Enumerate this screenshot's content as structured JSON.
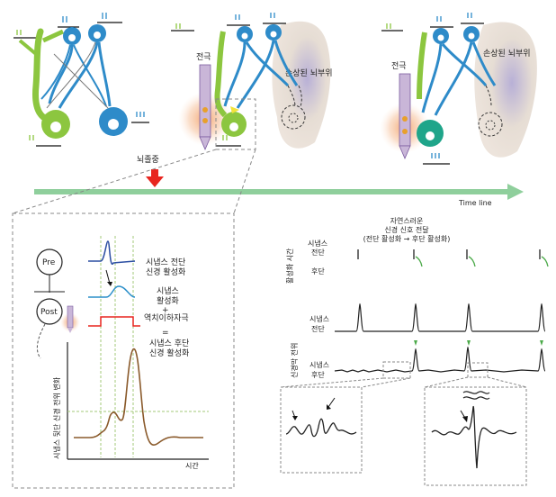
{
  "top": {
    "electrode_label": "전극",
    "damaged_area_label": "손상된 뇌부위",
    "stroke_label": "뇌졸중",
    "timeline_label": "Time line"
  },
  "left_panel": {
    "pre_label": "Pre",
    "post_label": "Post",
    "presyn_activation": [
      "시냅스 전단",
      "신경 활성화"
    ],
    "synapse_activation": [
      "시냅스",
      "활성화",
      "+"
    ],
    "antidromic_stim": "역치이하자극",
    "equals": "=",
    "postsyn_activation": [
      "시냅스 후단",
      "신경 활성화"
    ],
    "y_axis_label": "시냅스 뒷단 신경 전위 변화",
    "x_axis_label": "시간"
  },
  "right_panel": {
    "natural_pathway": [
      "자연스러운",
      "신경 신호 전달",
      "(전단 활성화 → 후단 활성화)"
    ],
    "activation_time_label": "활성화 시간",
    "membrane_potential_label": "신경막 전위",
    "pre_label": [
      "시냅스",
      "전단"
    ],
    "post_short": "후단",
    "pre_label_2": [
      "시냅스",
      "전단"
    ],
    "post_label_2": [
      "시냅스",
      "후단"
    ]
  },
  "colors": {
    "green_neuron": "#8cc63f",
    "blue_neuron": "#2e8bc9",
    "timeline": "#8fcf9c",
    "stroke_arrow": "#e8251f",
    "damaged_area": "#e8ddd5",
    "electrode": "#c9b6d8"
  }
}
